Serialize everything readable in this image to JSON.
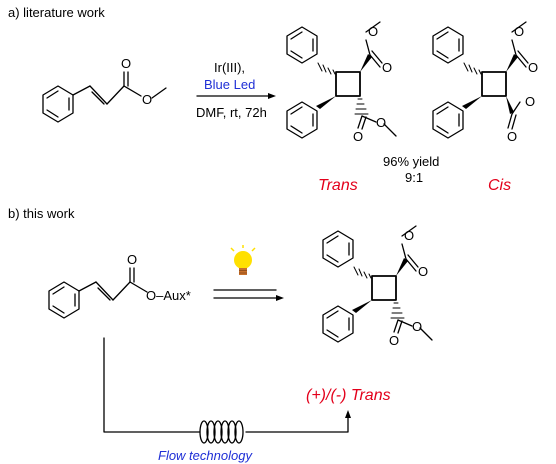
{
  "section_a": {
    "label": "a) literature work",
    "reagent_line1": "Ir(III),",
    "reagent_line2": "Blue Led",
    "conditions": "DMF, rt, 72h",
    "yield": "96% yield",
    "ratio": "9:1",
    "trans_label": "Trans",
    "cis_label": "Cis",
    "atom_o": "O"
  },
  "section_b": {
    "label": "b) this work",
    "aux_label": "O–Aux*",
    "product_label": "(+)/(-) Trans",
    "flow_label": "Flow technology"
  },
  "colors": {
    "red": "#e3001b",
    "blue": "#1f2fd6",
    "bulb_yellow": "#ffe000",
    "bulb_base": "#c8702a"
  },
  "icons": [
    "light-bulb-icon",
    "flow-coil-icon"
  ]
}
